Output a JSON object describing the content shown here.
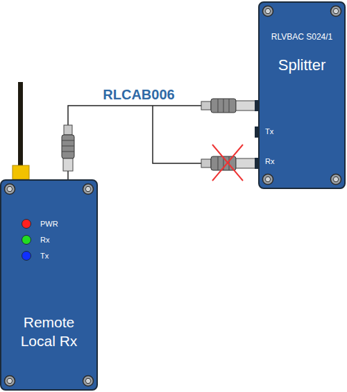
{
  "diagram": {
    "nodes": [
      {
        "text": [
          "Remote Local Rx"
        ]
      },
      {
        "text": [
          "RLVBAC S024/1",
          "Splitter"
        ]
      }
    ],
    "edges": [
      {
        "from": 0,
        "to": 1,
        "arrow": "none",
        "label": "RLCAB006"
      }
    ],
    "labels": [
      "PWR",
      "Rx",
      "Tx",
      "Tx",
      "Rx"
    ]
  }
}
